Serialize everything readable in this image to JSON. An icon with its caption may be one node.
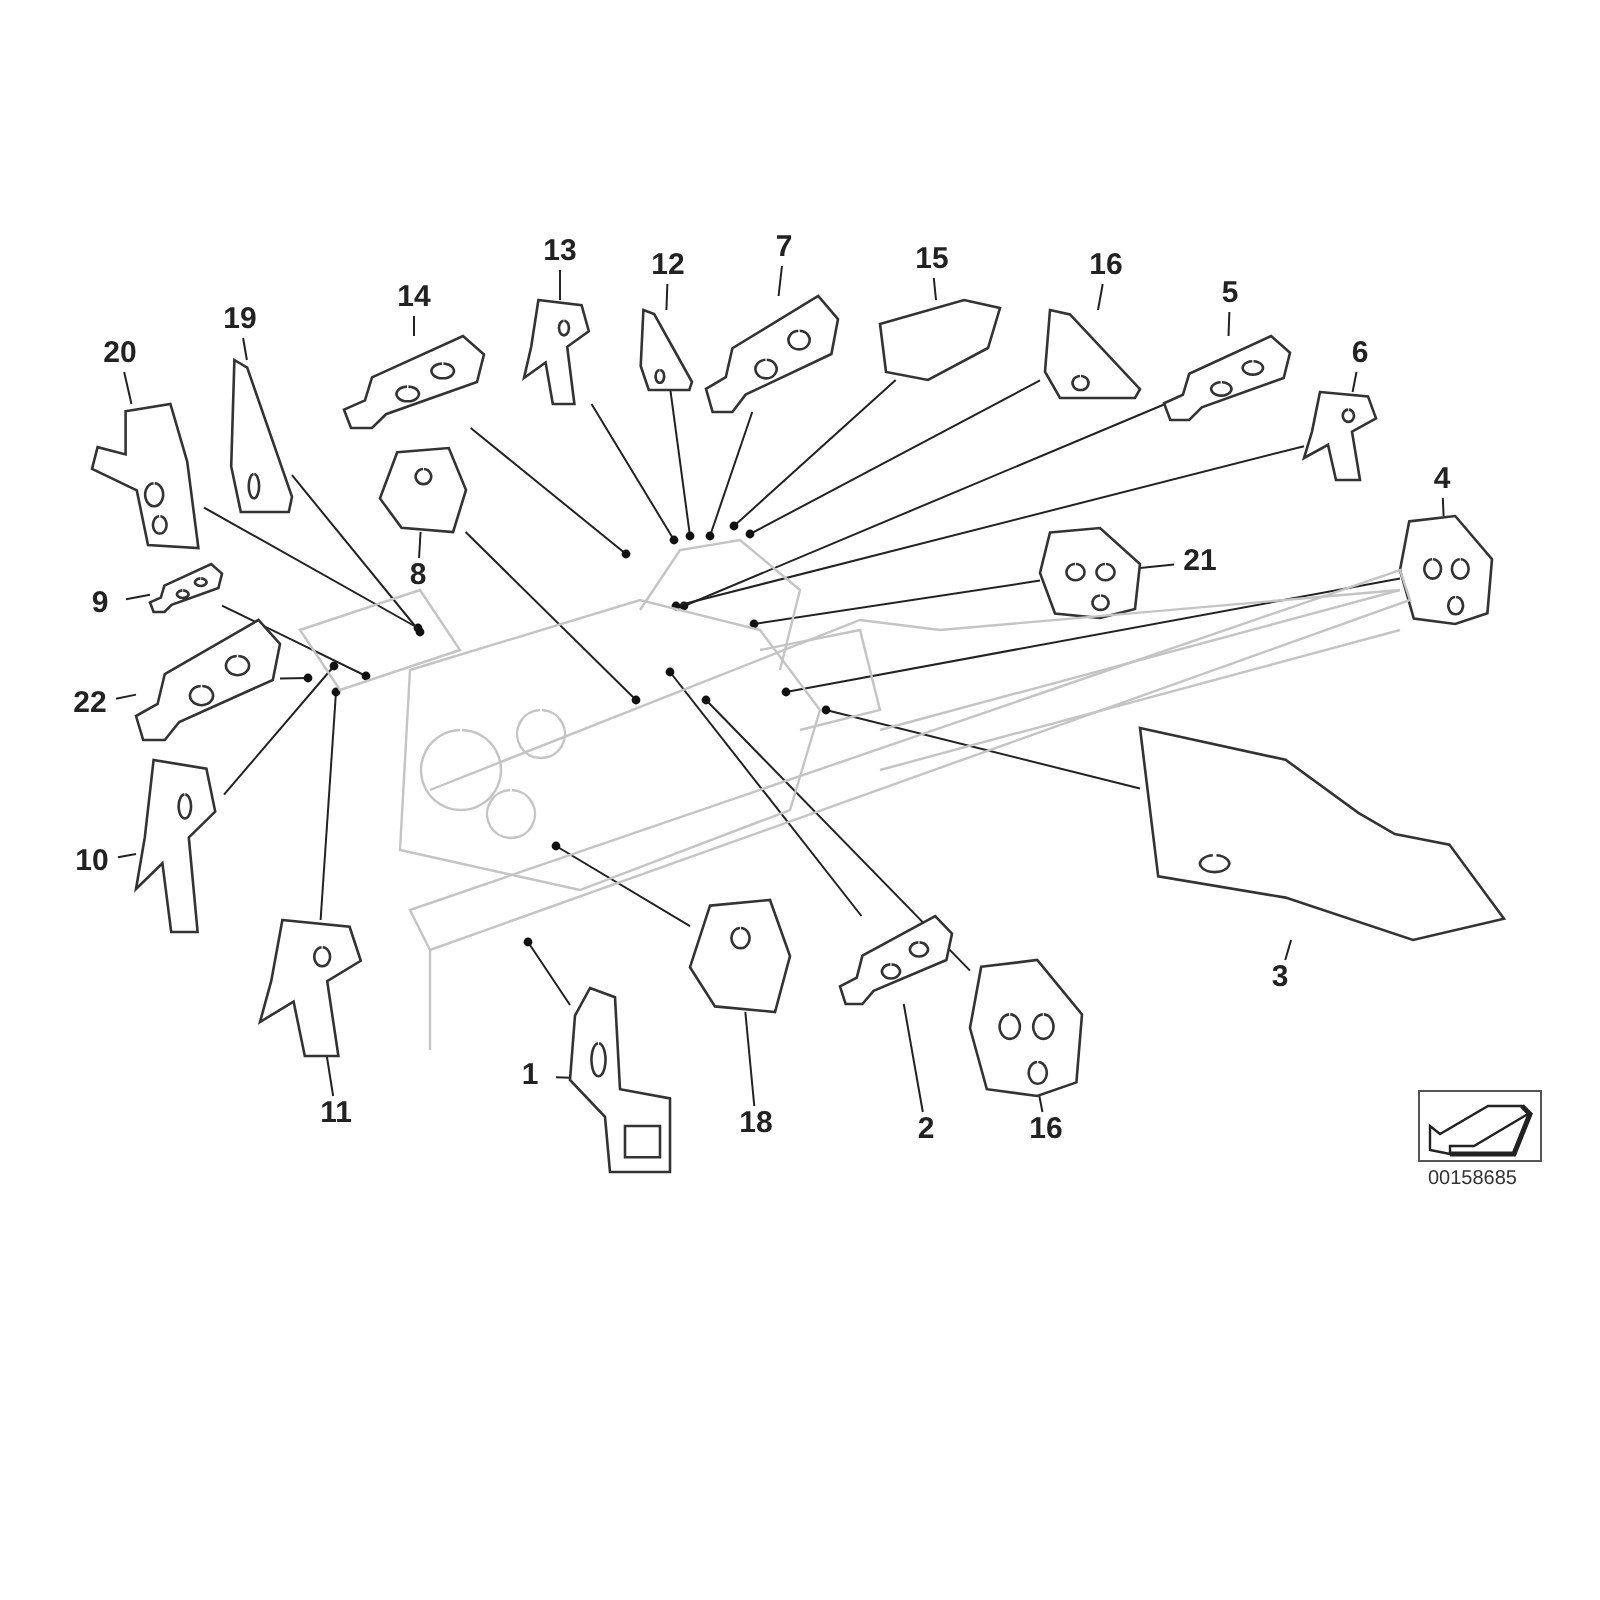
{
  "diagram": {
    "nodes": [
      {
        "text": [
          "20"
        ]
      },
      {
        "text": [],
        "shape": "picture"
      },
      {
        "text": [
          "19"
        ]
      },
      {
        "text": [],
        "shape": "picture"
      },
      {
        "text": [
          "14"
        ]
      },
      {
        "text": [],
        "shape": "picture"
      },
      {
        "text": [
          "13"
        ]
      },
      {
        "text": [],
        "shape": "picture"
      },
      {
        "text": [
          "12"
        ]
      },
      {
        "text": [],
        "shape": "picture"
      },
      {
        "text": [
          "7"
        ]
      },
      {
        "text": [],
        "shape": "picture"
      },
      {
        "text": [
          "15"
        ]
      },
      {
        "text": [],
        "shape": "picture"
      },
      {
        "text": [
          "16"
        ]
      },
      {
        "text": [],
        "shape": "picture"
      },
      {
        "text": [
          "5"
        ]
      },
      {
        "text": [],
        "shape": "picture"
      },
      {
        "text": [
          "6"
        ]
      },
      {
        "text": [],
        "shape": "picture"
      },
      {
        "text": [
          "4"
        ]
      },
      {
        "text": [],
        "shape": "picture"
      },
      {
        "text": [
          "21"
        ]
      },
      {
        "text": [],
        "shape": "picture"
      },
      {
        "text": [
          "8"
        ]
      },
      {
        "text": [],
        "shape": "picture"
      },
      {
        "text": [
          "9"
        ]
      },
      {
        "text": [],
        "shape": "picture"
      },
      {
        "text": [
          "22"
        ]
      },
      {
        "text": [],
        "shape": "picture"
      },
      {
        "text": [
          "3"
        ]
      },
      {
        "text": [],
        "shape": "picture"
      },
      {
        "text": [
          "10"
        ]
      },
      {
        "text": [],
        "shape": "picture"
      },
      {
        "text": [
          "11"
        ]
      },
      {
        "text": [],
        "shape": "picture"
      },
      {
        "text": [
          "1"
        ]
      },
      {
        "text": [],
        "shape": "picture"
      },
      {
        "text": [
          "18"
        ]
      },
      {
        "text": [],
        "shape": "picture"
      },
      {
        "text": [
          "2"
        ]
      },
      {
        "text": [],
        "shape": "picture"
      },
      {
        "text": [
          "16"
        ]
      },
      {
        "text": [],
        "shape": "picture"
      },
      {
        "text": [],
        "shape": "picture"
      }
    ],
    "edges": [
      {
        "from": 0,
        "to": 1,
        "arrow": "none"
      },
      {
        "from": 1,
        "to": 44,
        "arrow": "other"
      },
      {
        "from": 2,
        "to": 3,
        "arrow": "none"
      },
      {
        "from": 3,
        "to": 44,
        "arrow": "other"
      },
      {
        "from": 4,
        "to": 5,
        "arrow": "none"
      },
      {
        "from": 5,
        "to": 44,
        "arrow": "other"
      },
      {
        "from": 6,
        "to": 7,
        "arrow": "none"
      },
      {
        "from": 7,
        "to": 44,
        "arrow": "other"
      },
      {
        "from": 8,
        "to": 9,
        "arrow": "none"
      },
      {
        "from": 9,
        "to": 44,
        "arrow": "other"
      },
      {
        "from": 10,
        "to": 11,
        "arrow": "none"
      },
      {
        "from": 11,
        "to": 44,
        "arrow": "other"
      },
      {
        "from": 12,
        "to": 13,
        "arrow": "none"
      },
      {
        "from": 13,
        "to": 44,
        "arrow": "other"
      },
      {
        "from": 14,
        "to": 15,
        "arrow": "none"
      },
      {
        "from": 15,
        "to": 44,
        "arrow": "other"
      },
      {
        "from": 16,
        "to": 17,
        "arrow": "none"
      },
      {
        "from": 17,
        "to": 44,
        "arrow": "other"
      },
      {
        "from": 18,
        "to": 19,
        "arrow": "none"
      },
      {
        "from": 19,
        "to": 44,
        "arrow": "other"
      },
      {
        "from": 20,
        "to": 21,
        "arrow": "none"
      },
      {
        "from": 21,
        "to": 44,
        "arrow": "other"
      },
      {
        "from": 22,
        "to": 23,
        "arrow": "none"
      },
      {
        "from": 23,
        "to": 44,
        "arrow": "other"
      },
      {
        "from": 24,
        "to": 25,
        "arrow": "none"
      },
      {
        "from": 25,
        "to": 44,
        "arrow": "other"
      },
      {
        "from": 26,
        "to": 27,
        "arrow": "none"
      },
      {
        "from": 27,
        "to": 44,
        "arrow": "other"
      },
      {
        "from": 28,
        "to": 29,
        "arrow": "none"
      },
      {
        "from": 29,
        "to": 44,
        "arrow": "other"
      },
      {
        "from": 30,
        "to": 31,
        "arrow": "none"
      },
      {
        "from": 31,
        "to": 44,
        "arrow": "other"
      },
      {
        "from": 32,
        "to": 33,
        "arrow": "none"
      },
      {
        "from": 33,
        "to": 44,
        "arrow": "other"
      },
      {
        "from": 34,
        "to": 35,
        "arrow": "none"
      },
      {
        "from": 35,
        "to": 44,
        "arrow": "other"
      },
      {
        "from": 36,
        "to": 37,
        "arrow": "none"
      },
      {
        "from": 37,
        "to": 44,
        "arrow": "other"
      },
      {
        "from": 38,
        "to": 39,
        "arrow": "none"
      },
      {
        "from": 39,
        "to": 44,
        "arrow": "other"
      },
      {
        "from": 40,
        "to": 41,
        "arrow": "none"
      },
      {
        "from": 41,
        "to": 44,
        "arrow": "other"
      },
      {
        "from": 42,
        "to": 43,
        "arrow": "none"
      },
      {
        "from": 43,
        "to": 44,
        "arrow": "other"
      }
    ],
    "labels": [
      "00158685"
    ]
  }
}
